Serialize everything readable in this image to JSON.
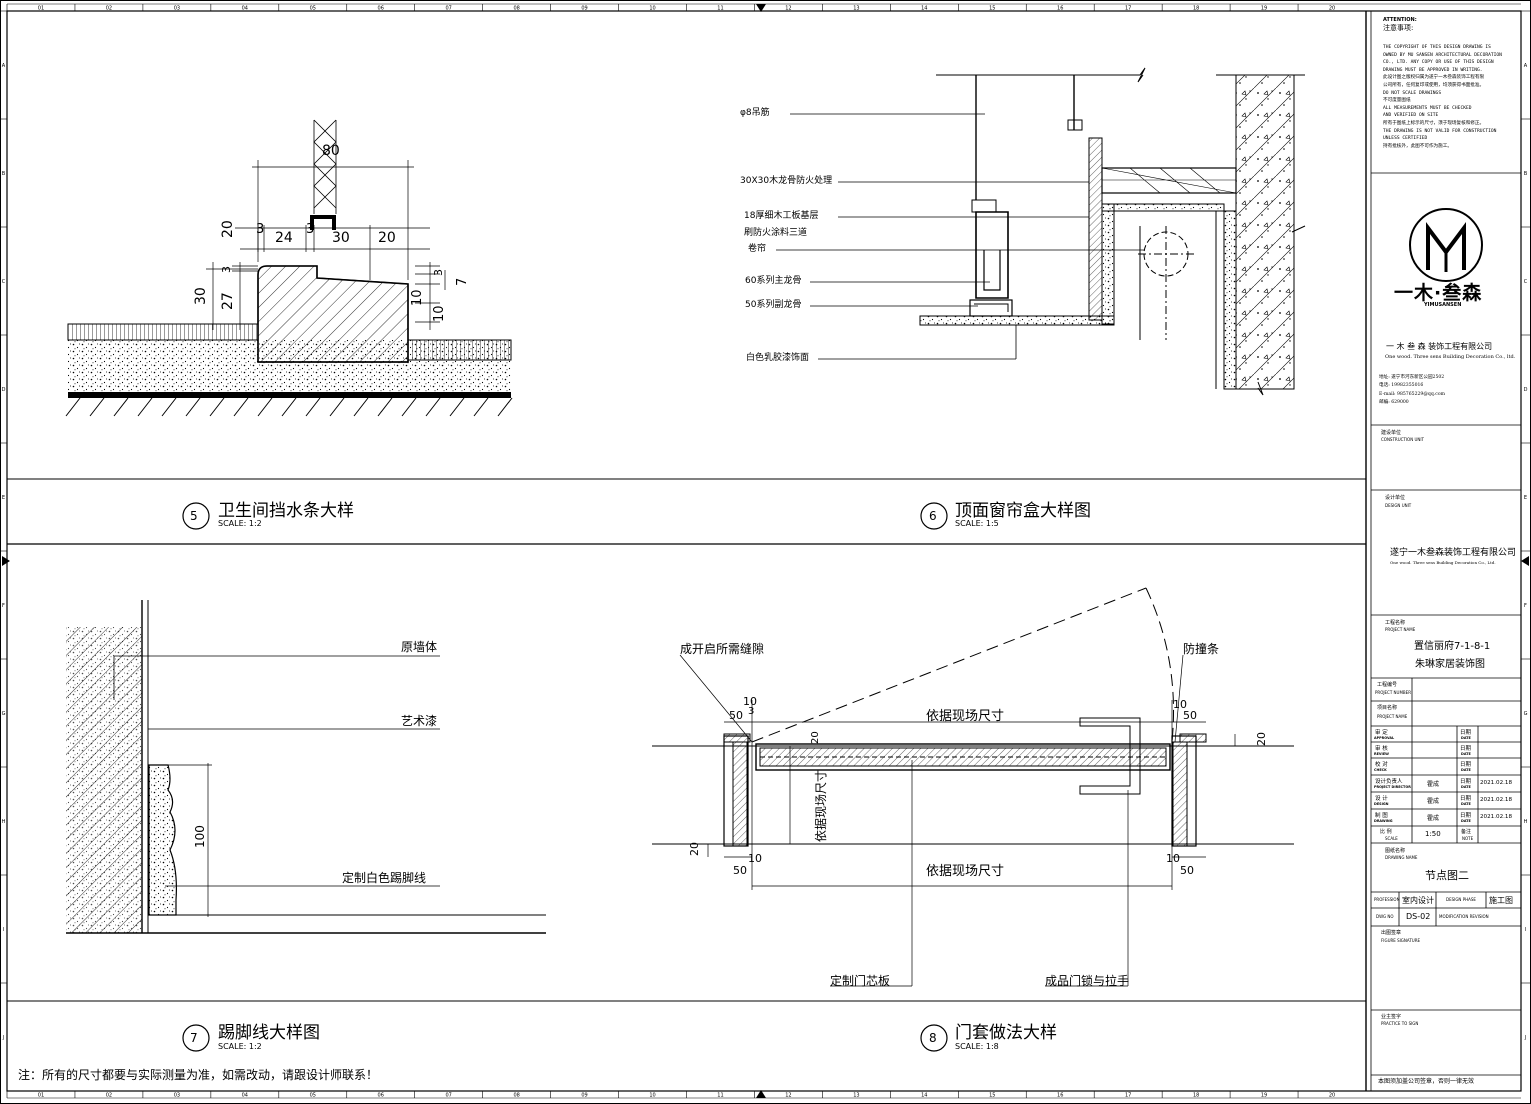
{
  "title_block": {
    "attention_en": "ATTENTION:",
    "attention_cn": "注意事项:",
    "notes": [
      "THE COPYRIGHT OF THIS DESIGN DRAWING IS",
      "OWNED BY MU SANSEN ARCHITECTURAL DECORATION",
      "CO., LTD. ANY COPY OR USE OF THIS DESIGN",
      "DRAWING MUST BE APPROVED IN WRITING.",
      "此设计图之版权归属为遂宁一木叁森装饰工程有限",
      "公司所有，任何复印或使用，均须获得书面批准。",
      "DO NOT SCALE DRAWINGS",
      "不可度量图纸",
      "ALL MEASUREMENTS MUST BE CHECKED",
      "AND VERIFIED ON SITE",
      "所有于图纸上标示的尺寸，须于现场复核和修正。",
      "THE DRAWING IS NOT VALID FOR CONSTRUCTION",
      "UNLESS CERTIFIED",
      "持有批核外，此图不可作为施工。"
    ],
    "logo_cn": "一木·叁森",
    "logo_en": "YIMUSANSEN",
    "company_cn": "一 木 叁 森  装饰工程有限公司",
    "company_en": "One wood. Three sens Building Decoration Co., ltd.",
    "contact": [
      "地址: 遂宁市河东新区公园2502",
      "电话: 19982355016",
      "E-mail: 985765229@qq.com",
      "邮编: 629000"
    ],
    "construction_unit_cn": "建设单位",
    "construction_unit_en": "CONSTRUCTION UNIT",
    "design_unit_cn": "设计单位",
    "design_unit_en": "DESIGN UNIT",
    "design_company_cn": "遂宁一木叁森装饰工程有限公司",
    "design_company_en": "One wood. Three sens Building Decoration Co., Ltd.",
    "project_name_cn": "工程名称",
    "project_name_en": "PROJECT NAME",
    "project_line1": "置信丽府7-1-8-1",
    "project_line2": "朱琳家居装饰图",
    "project_number_cn": "工程编号",
    "project_number_en": "PROJECT NUMBER",
    "item_name_cn": "项目名称",
    "item_name_en": "PROJECT NAME",
    "rows": [
      {
        "cn": "审  定",
        "en": "APPROVAL",
        "name": "",
        "date_cn": "日期",
        "date_en": "DATE",
        "date": ""
      },
      {
        "cn": "审  核",
        "en": "REVIEW",
        "name": "",
        "date_cn": "日期",
        "date_en": "DATE",
        "date": ""
      },
      {
        "cn": "校  对",
        "en": "CHECK",
        "name": "",
        "date_cn": "日期",
        "date_en": "DATE",
        "date": ""
      },
      {
        "cn": "设计负责人",
        "en": "PROJECT DIRECTOR",
        "name": "霍成",
        "date_cn": "日期",
        "date_en": "DATE",
        "date": "2021.02.18"
      },
      {
        "cn": "设  计",
        "en": "DESIGN",
        "name": "霍成",
        "date_cn": "日期",
        "date_en": "DATE",
        "date": "2021.02.18"
      },
      {
        "cn": "制  图",
        "en": "DRAWING",
        "name": "霍成",
        "date_cn": "日期",
        "date_en": "DATE",
        "date": "2021.02.18"
      }
    ],
    "scale_cn": "比  例",
    "scale_en": "SCALE",
    "scale_value": "1:50",
    "note_cn": "备注",
    "note_en": "NOTE",
    "drawing_name_cn": "图纸名称",
    "drawing_name_en": "DRAWING NAME",
    "drawing_name": "节点图二",
    "profession_en": "PROFESSION",
    "profession": "室内设计",
    "design_phase_en": "DESIGN PHASE",
    "design_phase": "施工图",
    "dwg_no_en": "DWG NO",
    "dwg_no": "DS-02",
    "revision_en": "MODIFICATION REVISION",
    "sign_cn": "出图签章",
    "sign_en": "FIGURE SIGNATURE",
    "owner_cn": "业主签字",
    "owner_en": "PRACTICE TO SIGN",
    "footer": "本图须加盖公司签章，否则一律无效"
  },
  "grid": {
    "columns": [
      "01",
      "02",
      "03",
      "04",
      "05",
      "06",
      "07",
      "08",
      "09",
      "10",
      "11",
      "12",
      "13",
      "14",
      "15",
      "16",
      "17",
      "18",
      "19",
      "20"
    ],
    "rows": [
      "A",
      "B",
      "C",
      "D",
      "E",
      "F",
      "G",
      "H",
      "I",
      "J"
    ]
  },
  "details": [
    {
      "num": "5",
      "title": "卫生间挡水条大样",
      "scale": "SCALE: 1:2"
    },
    {
      "num": "6",
      "title": "顶面窗帘盒大样图",
      "scale": "SCALE: 1:5"
    },
    {
      "num": "7",
      "title": "踢脚线大样图",
      "scale": "SCALE: 1:2"
    },
    {
      "num": "8",
      "title": "门套做法大样",
      "scale": "SCALE: 1:8"
    }
  ],
  "d5": {
    "dims": [
      "80",
      "3",
      "24",
      "3",
      "30",
      "20",
      "20",
      "3",
      "30",
      "27",
      "3",
      "7",
      "10",
      "10"
    ]
  },
  "d6": {
    "labels": [
      "φ8吊筋",
      "30X30木龙骨防火处理",
      "18厚细木工板基层",
      "刷防火涂料三道",
      "卷帘",
      "60系列主龙骨",
      "50系列副龙骨",
      "白色乳胶漆饰面"
    ]
  },
  "d7": {
    "labels": [
      "原墙体",
      "艺术漆",
      "定制白色踢脚线"
    ],
    "dim": "100"
  },
  "d8": {
    "labels": [
      "成开启所需缝隙",
      "防撞条",
      "定制门芯板",
      "成品门锁与拉手"
    ],
    "dims": [
      "依据现场尺寸",
      "依据现场尺寸",
      "依据现场尺寸",
      "10",
      "3",
      "50",
      "20",
      "10",
      "50",
      "20",
      "20",
      "10",
      "50",
      "10",
      "50"
    ]
  },
  "note": "注：所有的尺寸都要与实际测量为准，如需改动，请跟设计师联系！"
}
